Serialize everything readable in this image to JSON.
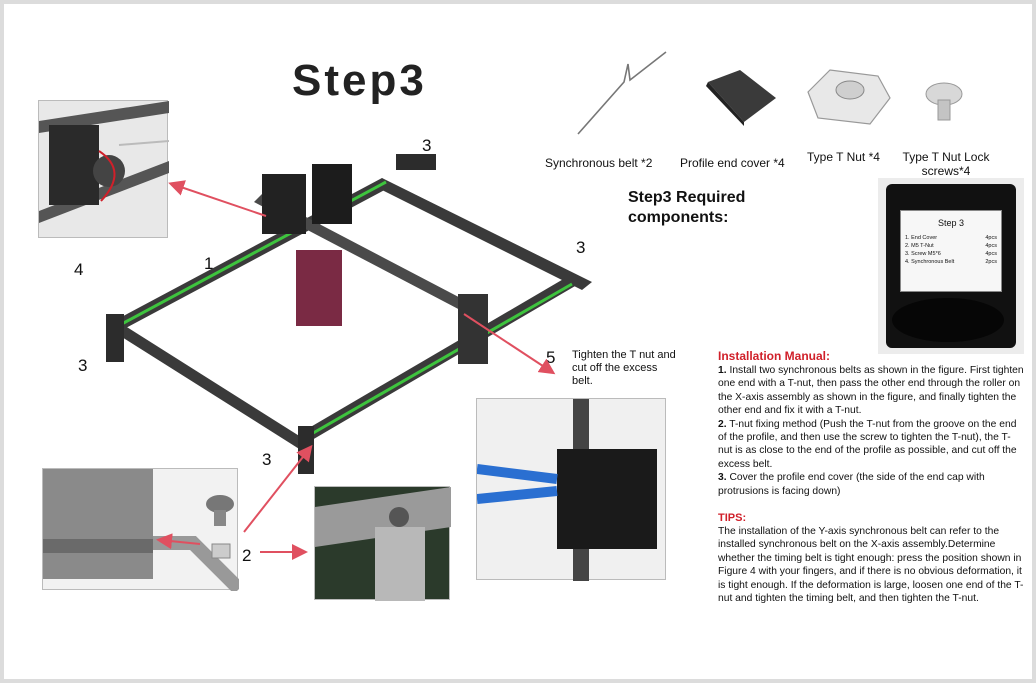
{
  "title": "Step3",
  "parts": [
    {
      "label": "Synchronous belt *2",
      "icon": "belt-icon"
    },
    {
      "label": "Profile end cover *4",
      "icon": "end-cover-icon"
    },
    {
      "label": "Type T Nut *4",
      "icon": "t-nut-icon"
    },
    {
      "label": "Type T Nut Lock screws*4",
      "icon": "screw-icon"
    }
  ],
  "required_heading": "Step3 Required components:",
  "bag": {
    "title": "Step 3",
    "lines": [
      {
        "item": "1. End Cover",
        "qty": "4pcs"
      },
      {
        "item": "2. M5 T-Nut",
        "qty": "4pcs"
      },
      {
        "item": "3. Screw M5*6",
        "qty": "4pcs"
      },
      {
        "item": "4. Synchronous Belt",
        "qty": "2pcs"
      }
    ]
  },
  "callouts": {
    "n1": "1",
    "n2": "2",
    "n3a": "3",
    "n3b": "3",
    "n3c": "3",
    "n3d": "3",
    "n4": "4",
    "n5": "5",
    "tighten": "Tighten the T nut and cut off the excess belt."
  },
  "manual": {
    "heading": "Installation Manual:",
    "steps": [
      {
        "n": "1.",
        "text": " Install two synchronous belts as shown in the figure. First tighten one end with a T-nut, then pass the other end through the roller on the X-axis assembly as shown in the figure, and finally tighten the other end and fix it with a T-nut."
      },
      {
        "n": "2.",
        "text": " T-nut fixing method (Push the T-nut from the groove on the end of the profile, and then use the screw to tighten the T-nut), the T-nut is as close to the end of the profile as possible, and cut off the excess belt."
      },
      {
        "n": "3.",
        "text": " Cover the profile end cover (the side of the end cap with protrusions is facing down)"
      }
    ],
    "tips_heading": "TIPS:",
    "tips": "The installation of the Y-axis synchronous belt can refer to the installed synchronous belt on the X-axis assembly.Determine whether the timing belt is tight enough: press the position shown in Figure 4 with your fingers, and if there is no obvious deformation, it is tight enough. If the deformation is large, loosen one end of the T-nut and tighten the timing belt, and then tighten the T-nut."
  },
  "colors": {
    "accent_red": "#d0202a",
    "belt_green": "#3ec43e",
    "frame": "#3a3a3a"
  }
}
